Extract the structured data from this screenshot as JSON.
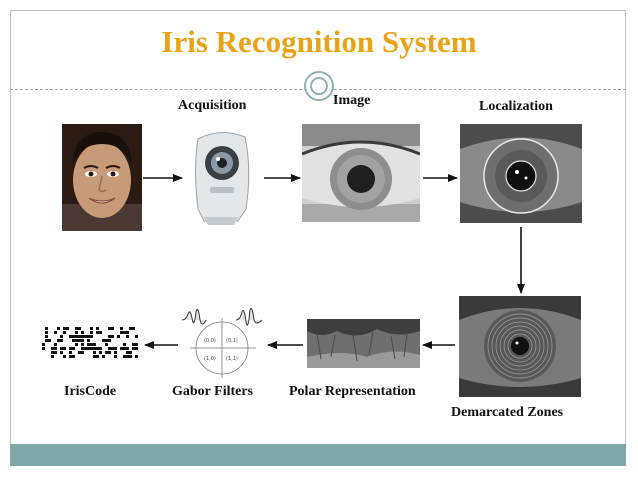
{
  "slide": {
    "title": "Iris Recognition System",
    "theme": {
      "title_color": "#e8a317",
      "accent": "#7fa6a9",
      "rule_color": "#9aa7ab"
    }
  },
  "stages": {
    "acquisition": "Acquisition",
    "image": "Image",
    "localization": "Localization",
    "demarcated_zones": "Demarcated Zones",
    "polar_representation": "Polar Representation",
    "gabor_filters": "Gabor Filters",
    "iriscode": "IrisCode"
  },
  "gabor_plot_labels": [
    "(0,0)",
    "(0,1)",
    "(1,0)",
    "(1,1)"
  ],
  "icons": [
    "face-photo",
    "iris-camera-device",
    "eye-image",
    "localized-eye-image",
    "demarcated-eye-image",
    "polar-strip",
    "gabor-filter-plot",
    "iriscode-barcode"
  ]
}
